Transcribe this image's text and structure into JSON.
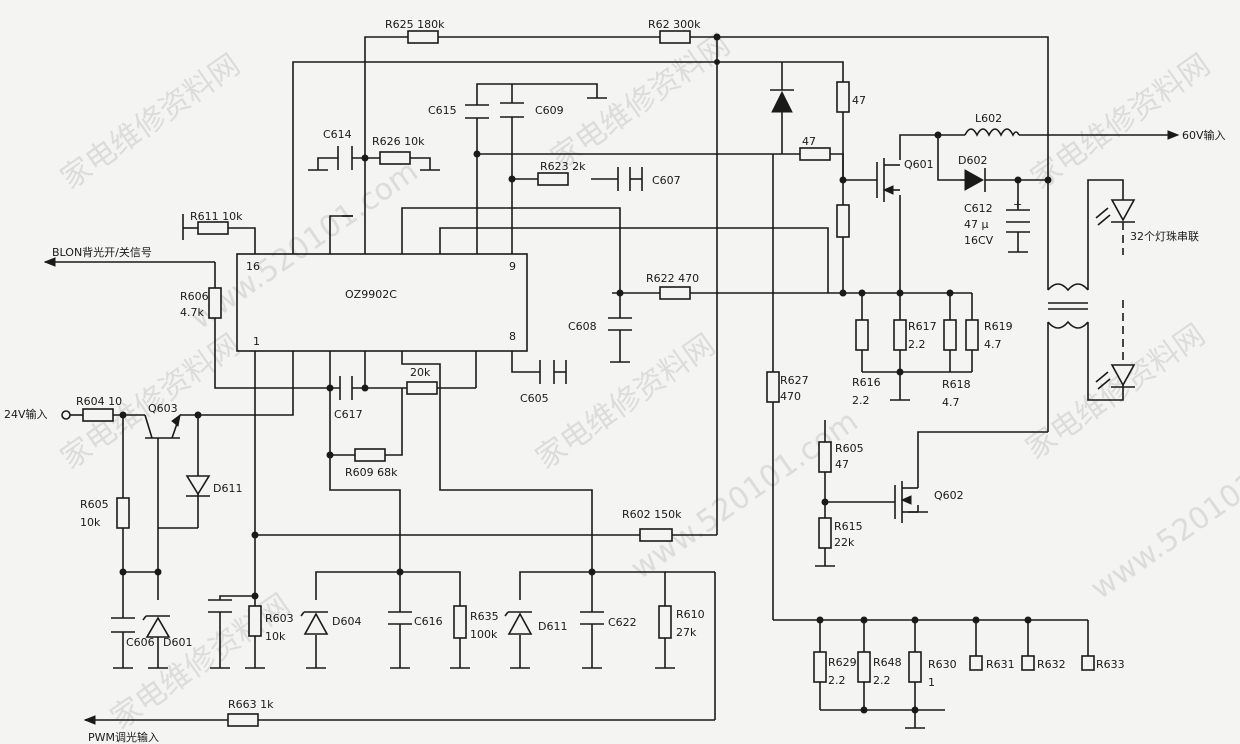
{
  "watermark": {
    "cn": "家电维修资料网",
    "url": "www.520101.com"
  },
  "ic": {
    "name": "OZ9902C",
    "pin16": "16",
    "pin9": "9",
    "pin8": "8",
    "pin1": "1"
  },
  "components": {
    "c612_pol": "+"
  },
  "labels": {
    "r625": "R625 180k",
    "r62": "R62 300k",
    "c615": "C615",
    "c609": "C609",
    "c614": "C614",
    "r626": "R626 10k",
    "r623": "R623 2k",
    "c607": "C607",
    "r611": "R611 10k",
    "blon": "BLON背光开/关信号",
    "r606_name": "R606",
    "r606_val": "4.7k",
    "r622": "R622 470",
    "c608": "C608",
    "r20k": "20k",
    "c605": "C605",
    "c617": "C617",
    "v24": "24V输入",
    "r604": "R604 10",
    "q603": "Q603",
    "r609": "R609 68k",
    "d611": "D611",
    "r605": "R605",
    "r605_left_val": "10k",
    "r602": "R602 150k",
    "c606": "C606",
    "d601": "D601",
    "r603_name": "R603",
    "r603_val": "10k",
    "d604": "D604",
    "c616": "C616",
    "r635_name": "R635",
    "r635_val": "100k",
    "c622": "C622",
    "r610_name": "R610",
    "r610_val": "27k",
    "r663": "R663 1k",
    "pwm": "PWM调光输入",
    "r47": "47",
    "q601": "Q601",
    "l602": "L602",
    "v60": "60V输入",
    "d602": "D602",
    "c612_name": "C612",
    "c612_cap": "47 μ",
    "c612_volt": "16CV",
    "led_string": "32个灯珠串联",
    "r617_name": "R617",
    "r617_val": "2.2",
    "r619_name": "R619",
    "r619_val": "4.7",
    "r616_name": "R616",
    "r616_val": "2.2",
    "r618_name": "R618",
    "r618_val": "4.7",
    "r627_name": "R627",
    "r627_val": "470",
    "r605_right_val": "47",
    "q602": "Q602",
    "r615_name": "R615",
    "r615_val": "22k",
    "r629_name": "R629",
    "r629_val": "2.2",
    "r648_name": "R648",
    "r648_val": "2.2",
    "r630_name": "R630",
    "r630_val": "1",
    "r631": "R631",
    "r632": "R632",
    "r633": "R633"
  }
}
